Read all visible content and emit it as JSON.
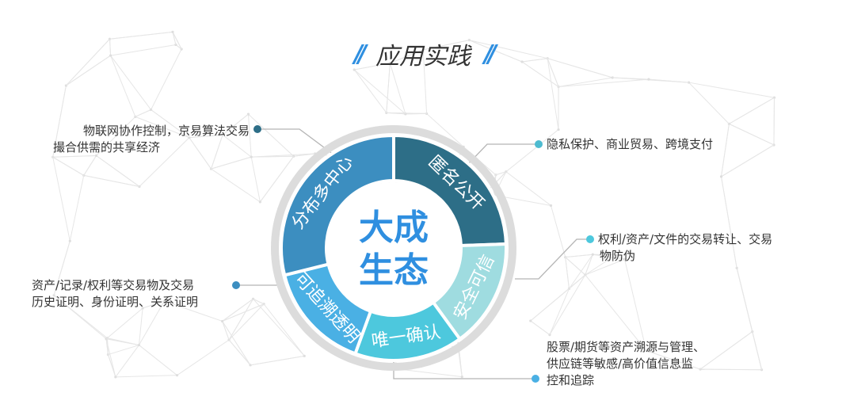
{
  "header": {
    "title": "应用实践",
    "left_mark": "//",
    "right_mark": "//"
  },
  "center": {
    "line1": "大成",
    "line2": "生态"
  },
  "segments": [
    {
      "label": "匿名公开",
      "color": "#2d6e87"
    },
    {
      "label": "安全可信",
      "color": "#9fdce0"
    },
    {
      "label": "唯一确认",
      "color": "#4dc8dd"
    },
    {
      "label": "可追溯透明",
      "color": "#4ab0e4"
    },
    {
      "label": "分布多中心",
      "color": "#3c8ec0"
    }
  ],
  "callouts": [
    {
      "lines": [
        "物联网协作控制，京易算法交易",
        "撮合供需的共享经济"
      ],
      "dot_color": "#2d6e87"
    },
    {
      "lines": [
        "隐私保护、商业贸易、跨境支付"
      ],
      "dot_color": "#4dbbd0"
    },
    {
      "lines": [
        "权利/资产/文件的交易转让、交易",
        "物防伪"
      ],
      "dot_color": "#4dc8dd"
    },
    {
      "lines": [
        "股票/期货等资产溯源与管理、",
        "供应链等敏感/高价值信息监",
        "控和追踪"
      ],
      "dot_color": "#4ab0e4"
    },
    {
      "lines": [
        "资产/记录/权利等交易物及交易",
        "历史证明、身份证明、关系证明"
      ],
      "dot_color": "#3c8ec0"
    }
  ]
}
